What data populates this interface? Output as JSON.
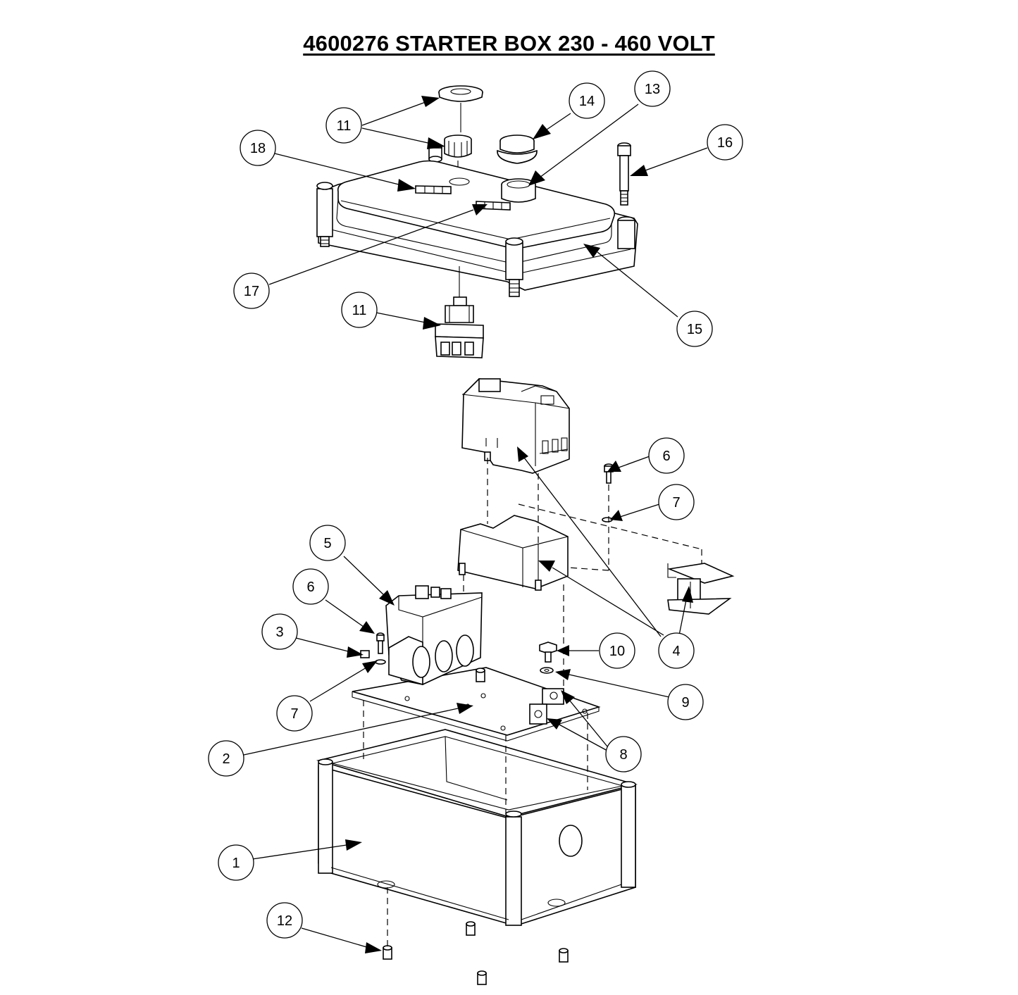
{
  "title": "4600276 STARTER BOX 230 - 460 VOLT",
  "callouts": [
    {
      "id": "c1",
      "label": "1"
    },
    {
      "id": "c2",
      "label": "2"
    },
    {
      "id": "c3",
      "label": "3"
    },
    {
      "id": "c4",
      "label": "4"
    },
    {
      "id": "c5",
      "label": "5"
    },
    {
      "id": "c6a",
      "label": "6"
    },
    {
      "id": "c6b",
      "label": "6"
    },
    {
      "id": "c7a",
      "label": "7"
    },
    {
      "id": "c7b",
      "label": "7"
    },
    {
      "id": "c8",
      "label": "8"
    },
    {
      "id": "c9",
      "label": "9"
    },
    {
      "id": "c10",
      "label": "10"
    },
    {
      "id": "c11a",
      "label": "11"
    },
    {
      "id": "c11b",
      "label": "11"
    },
    {
      "id": "c12",
      "label": "12"
    },
    {
      "id": "c13",
      "label": "13"
    },
    {
      "id": "c14",
      "label": "14"
    },
    {
      "id": "c15",
      "label": "15"
    },
    {
      "id": "c16",
      "label": "16"
    },
    {
      "id": "c17",
      "label": "17"
    },
    {
      "id": "c18",
      "label": "18"
    }
  ]
}
